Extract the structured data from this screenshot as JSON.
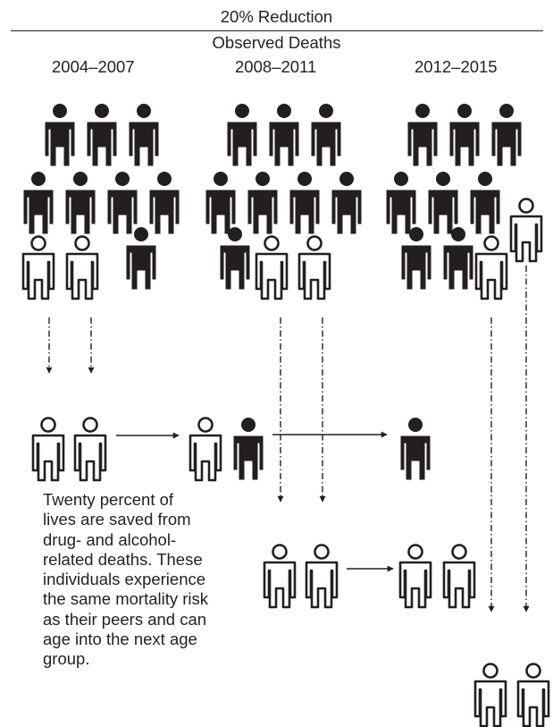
{
  "header": {
    "title": "20% Reduction",
    "subtitle": "Observed Deaths",
    "periods": [
      "2004–2007",
      "2008–2011",
      "2012–2015"
    ]
  },
  "caption": {
    "lines": [
      "Twenty percent of",
      "lives are saved from",
      "drug- and alcohol-",
      "related deaths. These",
      "individuals experience",
      "the same mortality risk",
      "as their peers and can",
      "age into the next age",
      "group."
    ]
  },
  "colors": {
    "ink": "#231f20",
    "background": "#ffffff"
  },
  "legend_icons": {
    "filled": "deceased-person-icon",
    "outline": "saved-person-icon"
  }
}
